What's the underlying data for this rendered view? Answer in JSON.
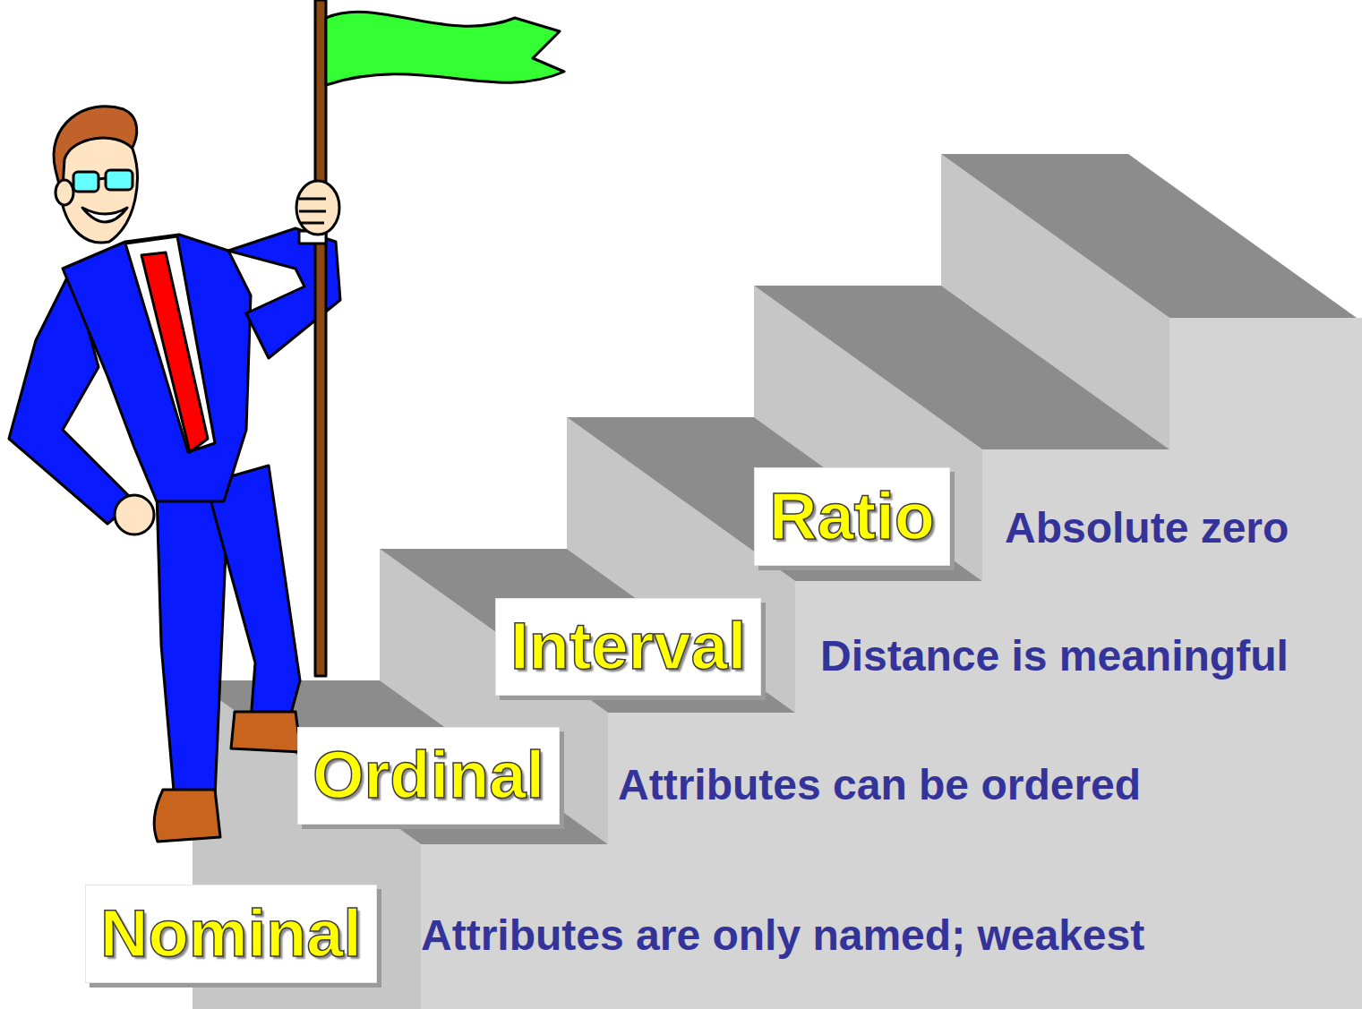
{
  "diagram": {
    "nodes": [
      {
        "text": [
          "Nominal"
        ]
      },
      {
        "text": [
          "Ordinal"
        ]
      },
      {
        "text": [
          "Interval"
        ]
      },
      {
        "text": [
          "Ratio"
        ]
      }
    ],
    "labels": [
      "Attributes are only named; weakest",
      "Attributes can be ordered",
      "Distance is meaningful",
      "Absolute zero"
    ]
  }
}
